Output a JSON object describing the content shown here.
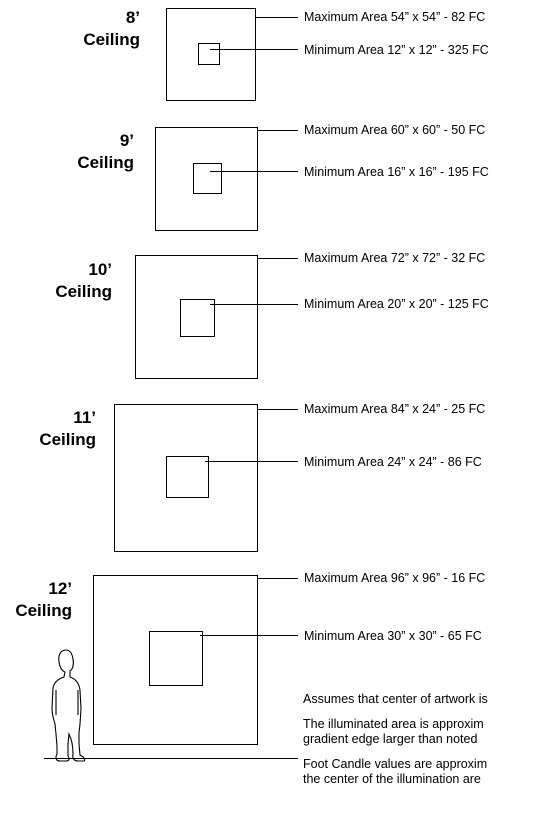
{
  "ceilings": [
    {
      "height": "8’",
      "word": "Ceiling",
      "max_label": "Maximum Area 54” x 54” - 82 FC",
      "min_label": "Minimum Area 12” x 12” - 325 FC"
    },
    {
      "height": "9’",
      "word": "Ceiling",
      "max_label": "Maximum Area 60” x 60” - 50 FC",
      "min_label": "Minimum Area 16” x 16” - 195 FC"
    },
    {
      "height": "10’",
      "word": "Ceiling",
      "max_label": "Maximum Area 72” x 72” - 32 FC",
      "min_label": "Minimum Area 20” x 20” - 125 FC"
    },
    {
      "height": "11’",
      "word": "Ceiling",
      "max_label": "Maximum Area 84” x 24” - 25 FC",
      "min_label": "Minimum Area 24” x 24” - 86 FC"
    },
    {
      "height": "12’",
      "word": "Ceiling",
      "max_label": "Maximum Area 96” x 96” - 16 FC",
      "min_label": "Minimum Area 30” x 30” - 65 FC"
    }
  ],
  "notes": {
    "assumes": "Assumes that center of artwork is",
    "illuminated_1": "The illuminated area is approxim",
    "illuminated_2": "gradient edge larger than noted",
    "footcandle_1": "Foot Candle values are approxim",
    "footcandle_2": "the center of the illumination are"
  }
}
